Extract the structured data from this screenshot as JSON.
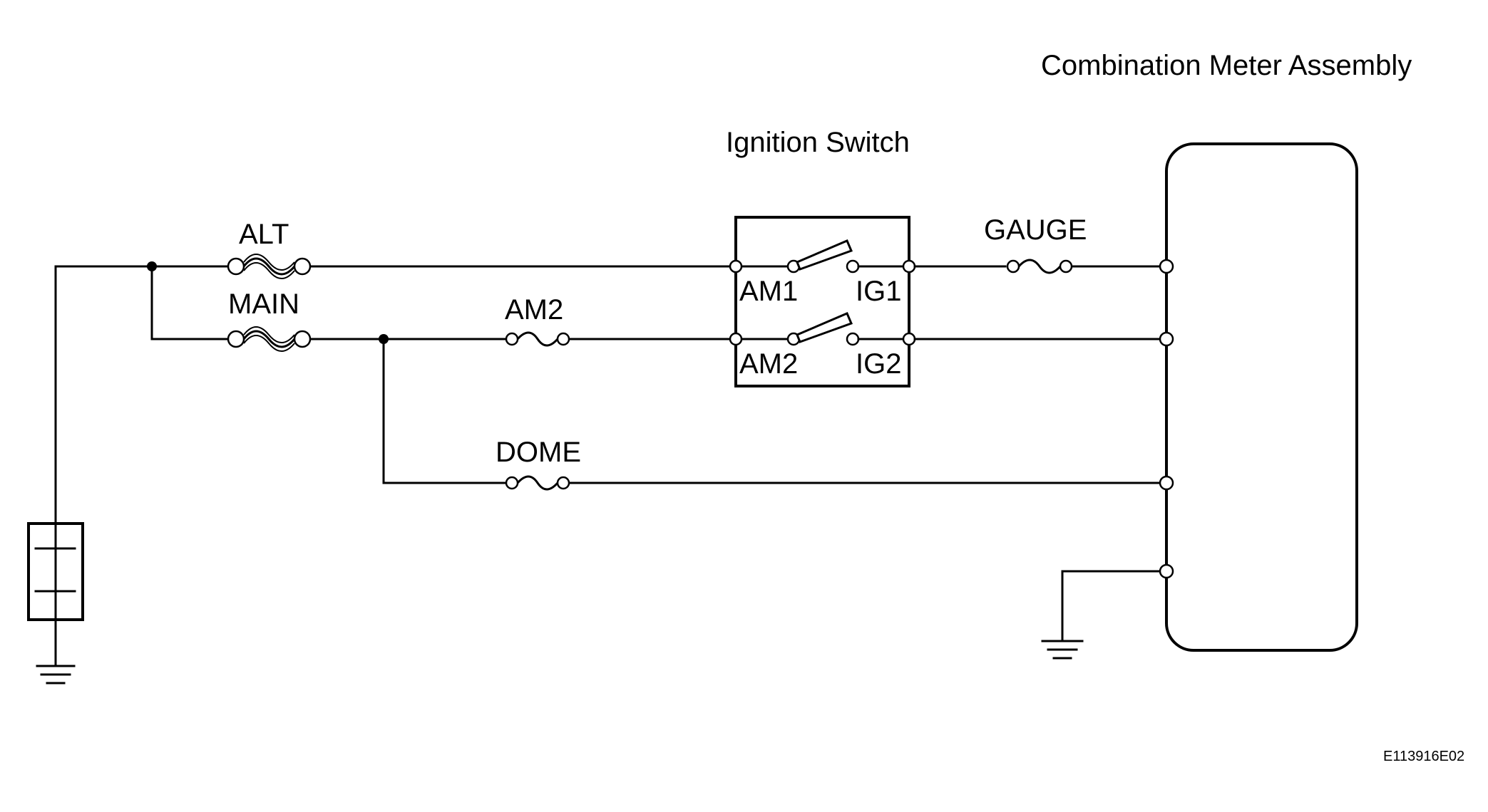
{
  "title": "Combination Meter Assembly",
  "switch_title": "Ignition Switch",
  "fuses": {
    "alt": "ALT",
    "main": "MAIN",
    "am2": "AM2",
    "gauge": "GAUGE",
    "dome": "DOME"
  },
  "switch_terminals": {
    "am1": "AM1",
    "ig1": "IG1",
    "am2": "AM2",
    "ig2": "IG2"
  },
  "figure_code": "E113916E02"
}
